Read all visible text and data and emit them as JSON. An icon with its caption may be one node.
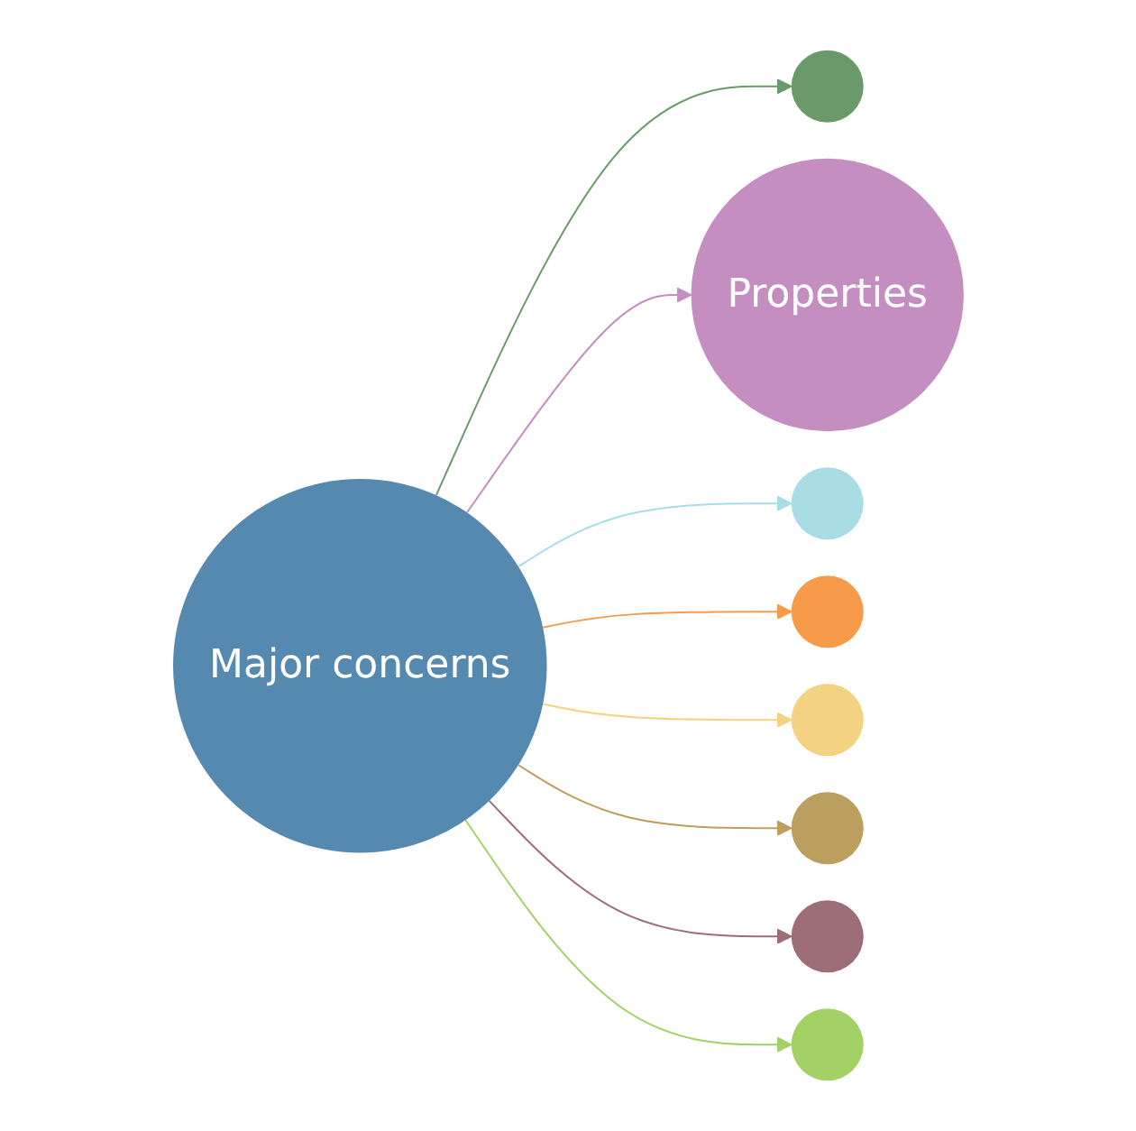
{
  "diagram": {
    "nodes": [
      {
        "text": [
          "Major concerns"
        ]
      },
      {
        "text": [],
        "shape": "circle"
      },
      {
        "text": [
          "Properties"
        ]
      },
      {
        "text": [],
        "shape": "circle"
      },
      {
        "text": [],
        "shape": "circle"
      },
      {
        "text": [],
        "shape": "circle"
      },
      {
        "text": [],
        "shape": "circle"
      },
      {
        "text": [],
        "shape": "circle"
      },
      {
        "text": [],
        "shape": "circle"
      }
    ],
    "edges": [
      {
        "from": 0,
        "to": 1,
        "arrow": "to",
        "color": "#6a9a6a"
      },
      {
        "from": 0,
        "to": 2,
        "arrow": "to",
        "color": "#c48fc0"
      },
      {
        "from": 0,
        "to": 3,
        "arrow": "to",
        "color": "#a8dde6"
      },
      {
        "from": 0,
        "to": 4,
        "arrow": "to",
        "color": "#f79a4a"
      },
      {
        "from": 0,
        "to": 5,
        "arrow": "to",
        "color": "#f3d281"
      },
      {
        "from": 0,
        "to": 6,
        "arrow": "to",
        "color": "#bc9e5e"
      },
      {
        "from": 0,
        "to": 7,
        "arrow": "to",
        "color": "#9e6e78"
      },
      {
        "from": 0,
        "to": 8,
        "arrow": "to",
        "color": "#a3d166"
      }
    ]
  }
}
